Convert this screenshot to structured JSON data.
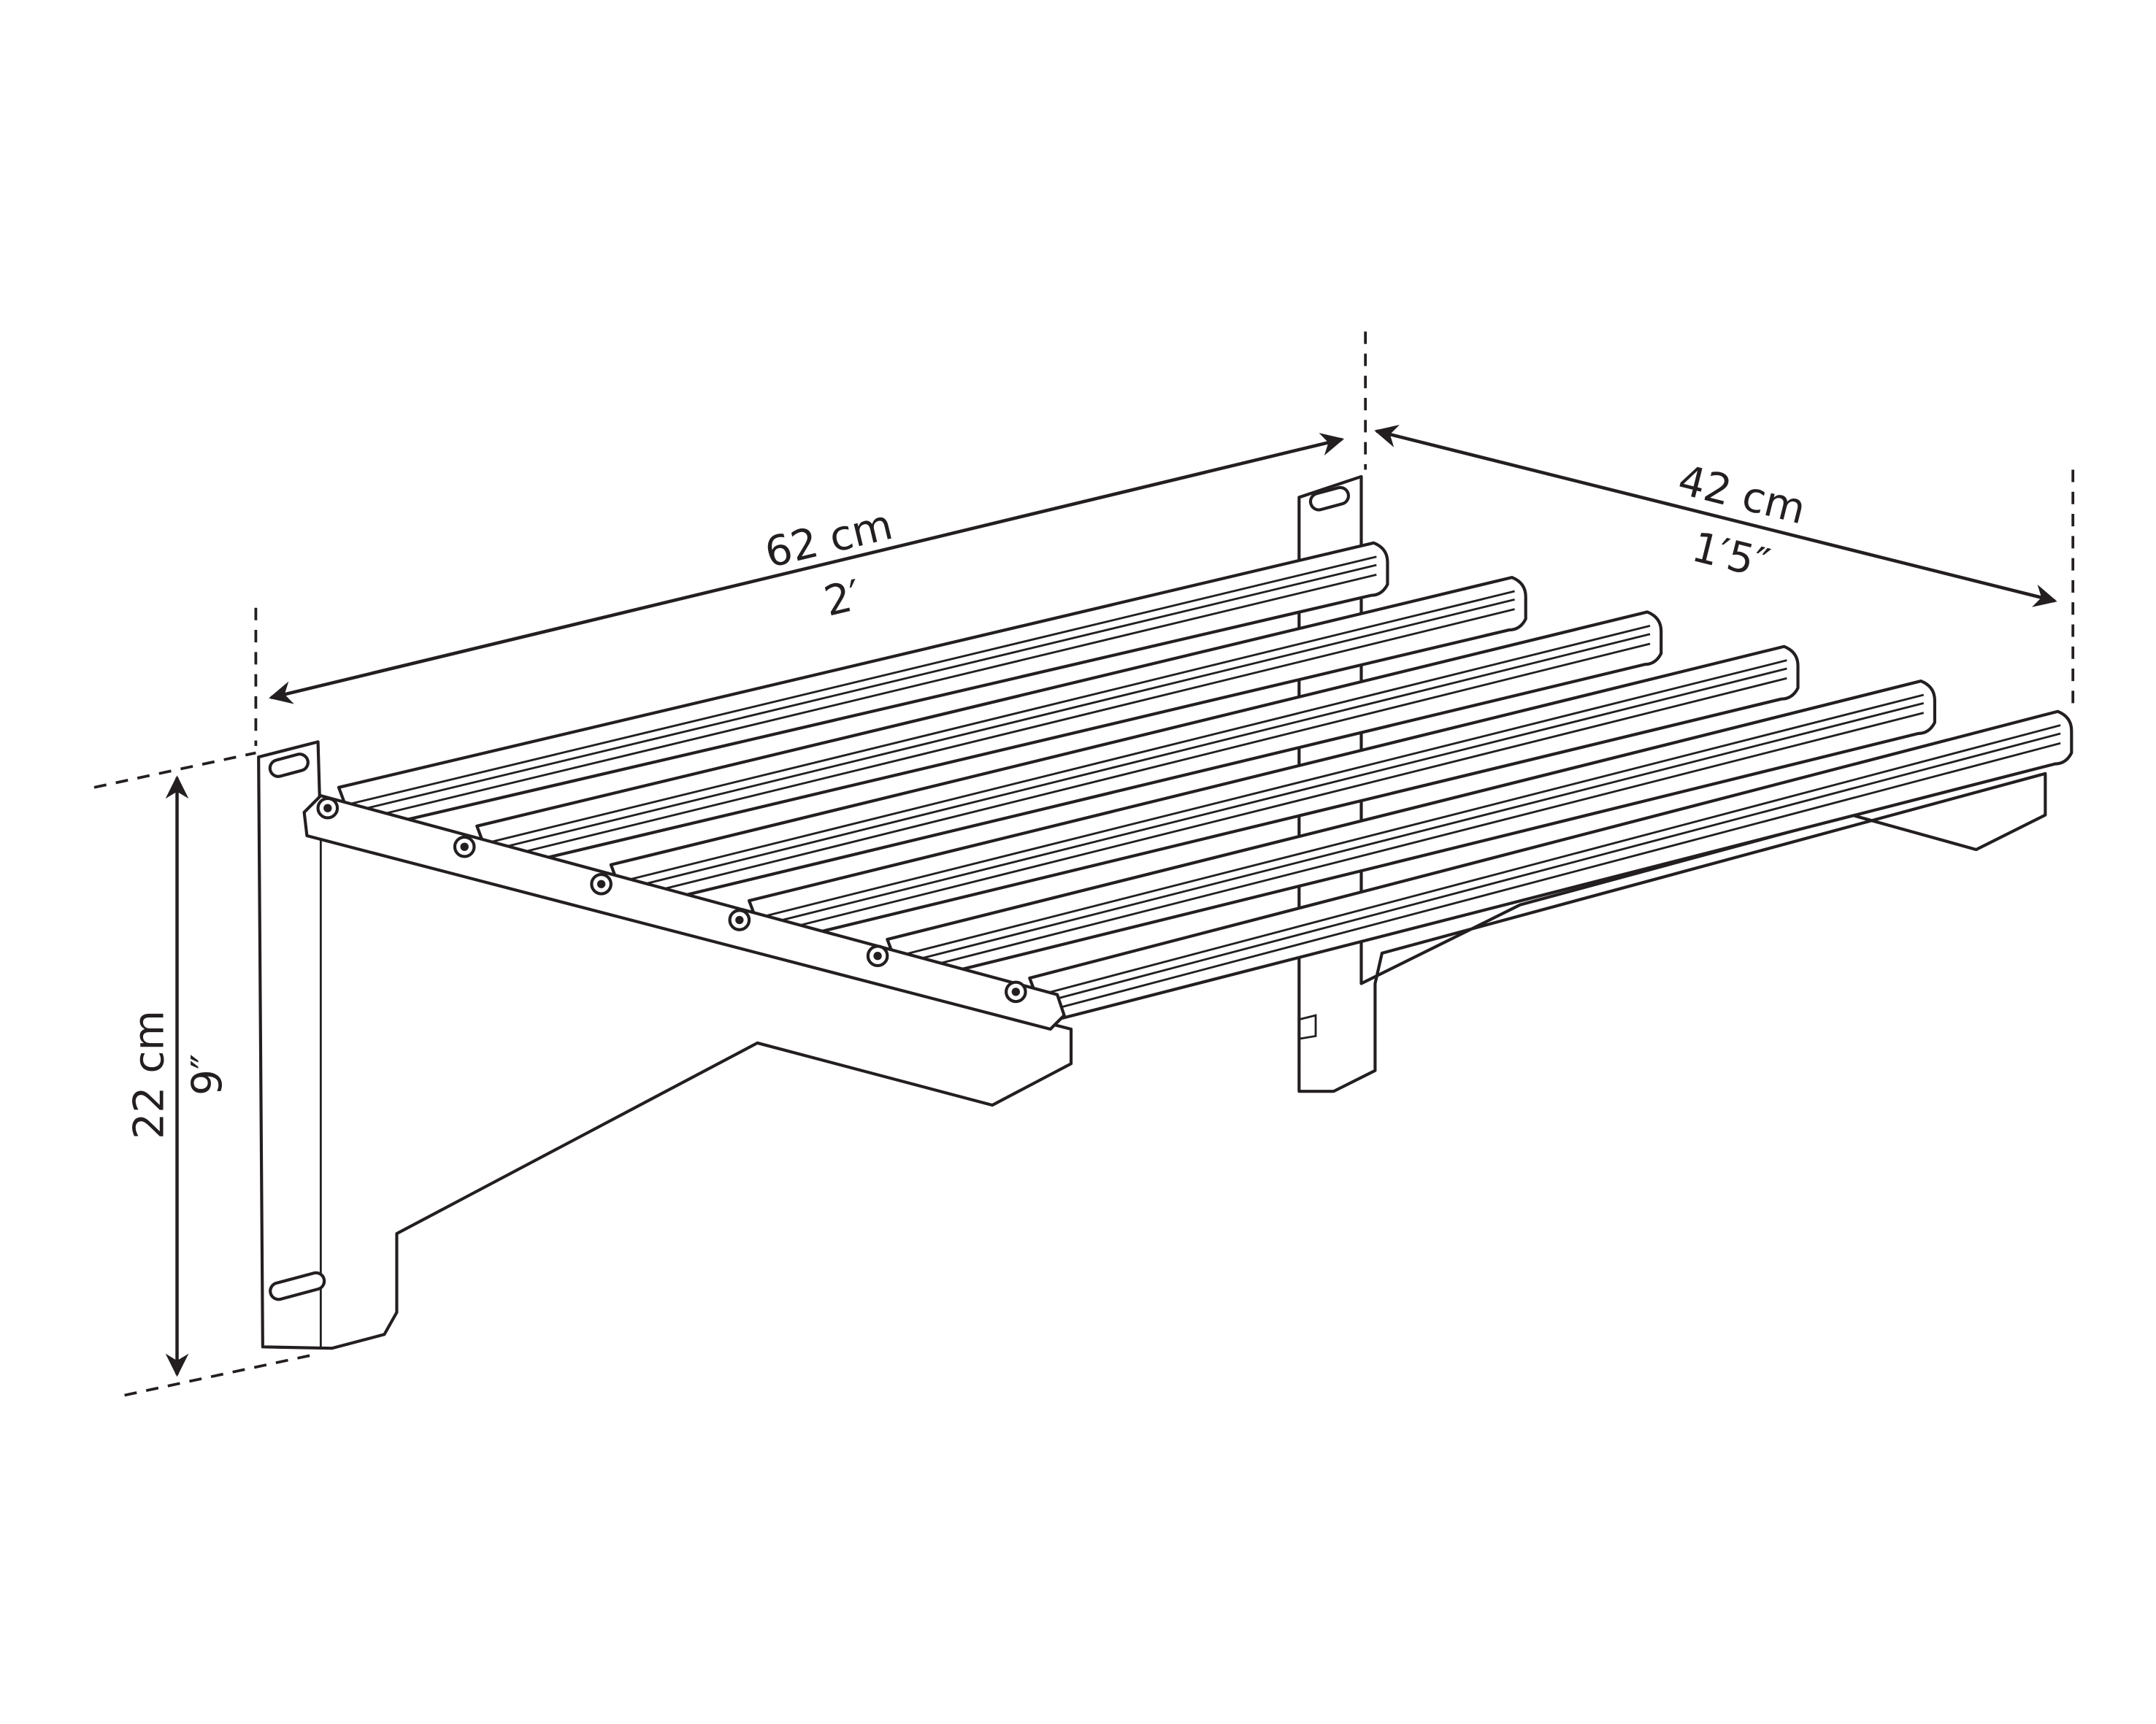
{
  "dimensions": {
    "width": {
      "metric": "62 cm",
      "imperial": "2′"
    },
    "depth": {
      "metric": "42 cm",
      "imperial": "1′5″"
    },
    "height": {
      "metric": "22 cm",
      "imperial": "9″"
    }
  },
  "colors": {
    "line": "#231f20",
    "background": "#ffffff"
  },
  "shelf": {
    "slat_count": 6,
    "screw_count": 6
  }
}
